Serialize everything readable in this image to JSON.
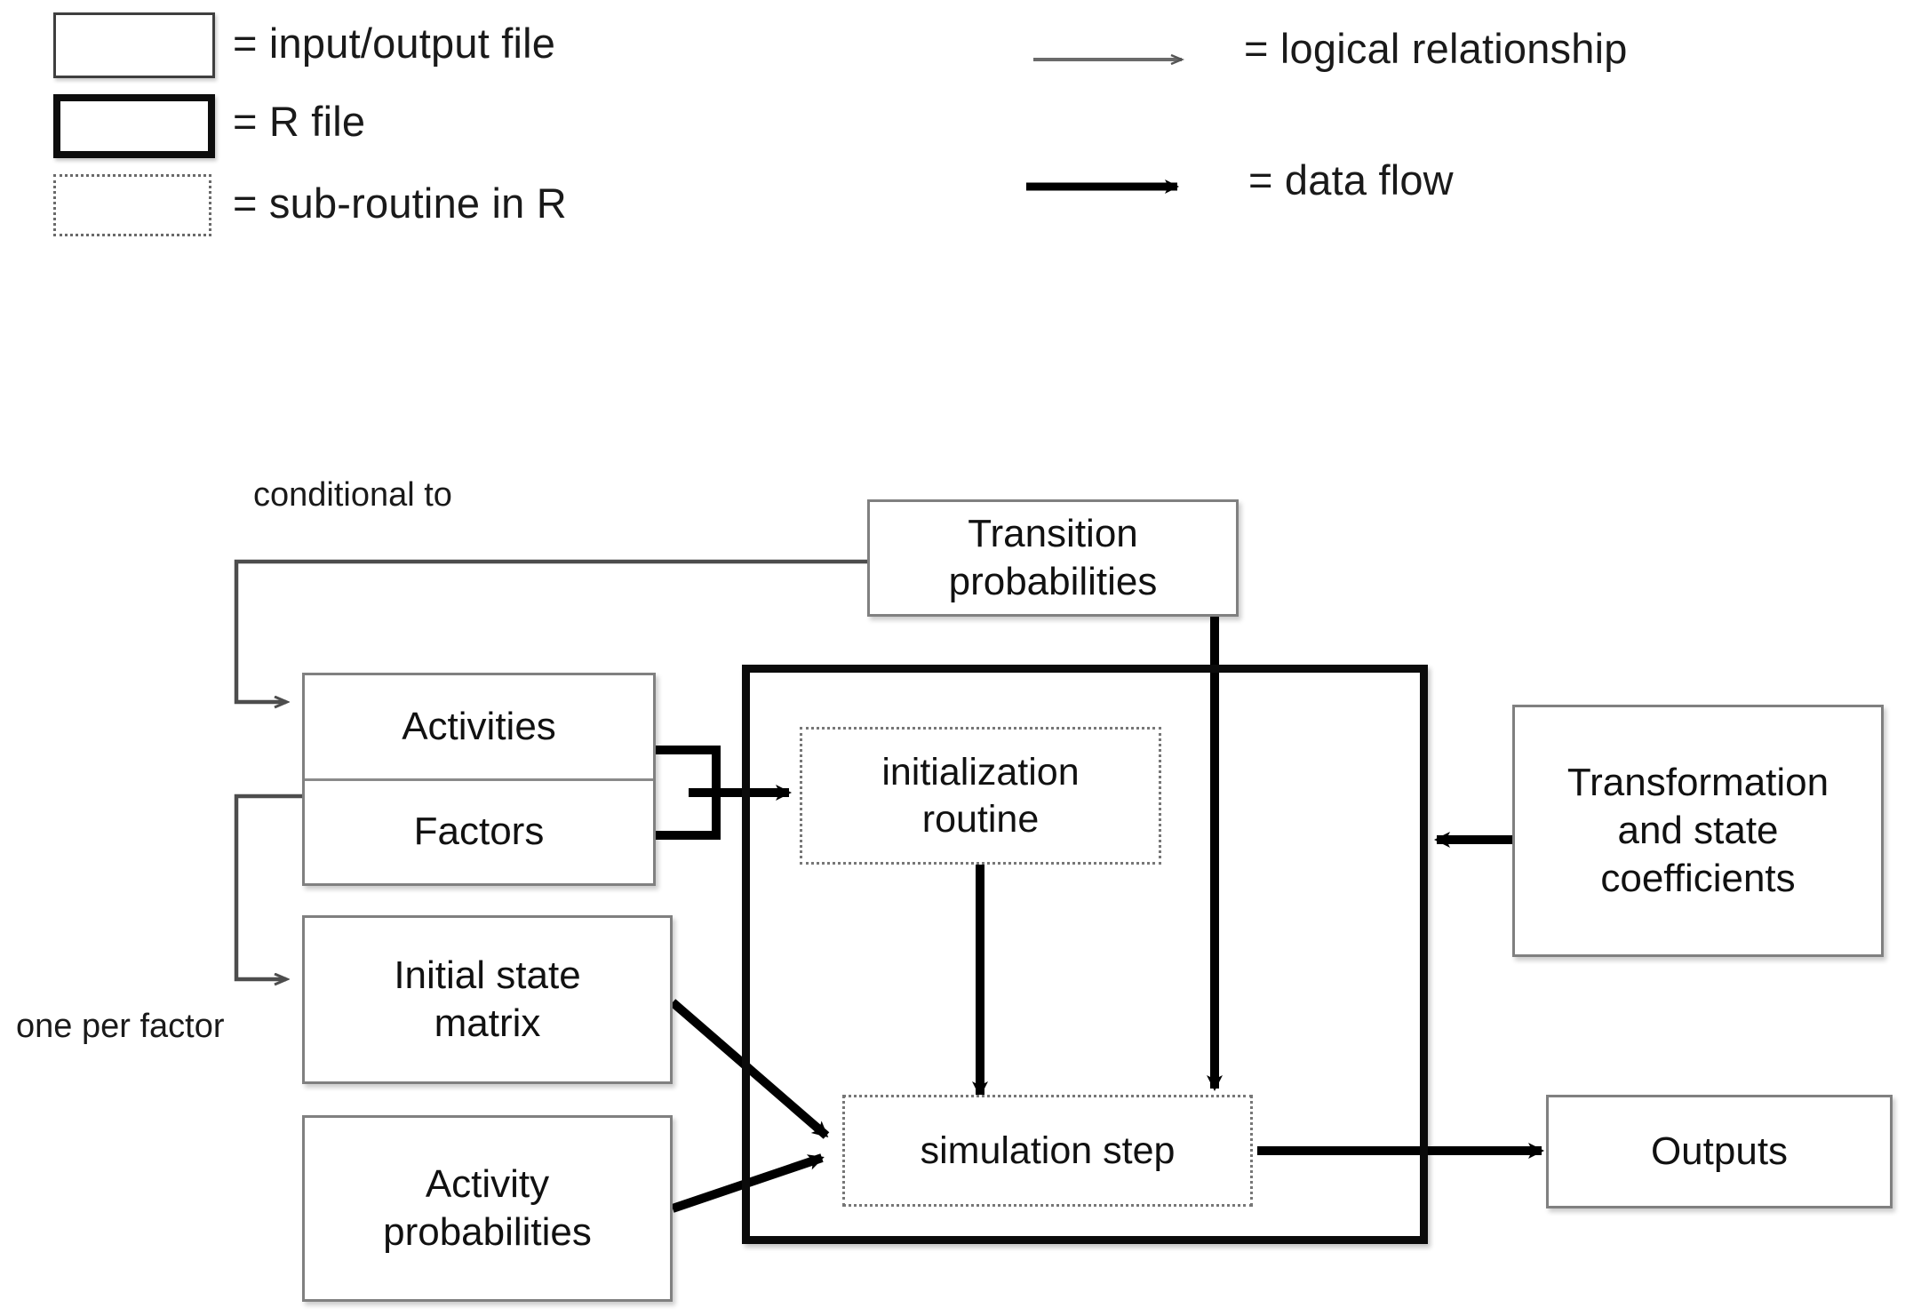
{
  "legend": {
    "items": [
      {
        "key": "input-output-file",
        "shape": "thin-rect",
        "label": "= input/output  file"
      },
      {
        "key": "r-file",
        "shape": "thick-rect",
        "label": "= R file"
      },
      {
        "key": "sub-routine-in-r",
        "shape": "dotted-rect",
        "label": "= sub-routine  in R"
      }
    ],
    "arrows": [
      {
        "key": "logical-relationship",
        "style": "thin-arrow",
        "label": "= logical  relationship"
      },
      {
        "key": "data-flow",
        "style": "thick-arrow",
        "label": "= data flow"
      }
    ]
  },
  "diagram": {
    "annotations": [
      {
        "key": "conditional-to",
        "text": "conditional to"
      },
      {
        "key": "one-per-factor",
        "text": "one per factor"
      }
    ],
    "nodes": {
      "transition_probabilities": {
        "text": "Transition\nprobabilities",
        "type": "input-output-file"
      },
      "activities": {
        "text": "Activities",
        "type": "input-output-file"
      },
      "factors": {
        "text": "Factors",
        "type": "input-output-file"
      },
      "initial_state_matrix": {
        "text": "Initial state\nmatrix",
        "type": "input-output-file"
      },
      "activity_probabilities": {
        "text": "Activity\nprobabilities",
        "type": "input-output-file"
      },
      "transformation_and_state_coefficients": {
        "text": "Transformation\nand state\ncoefficients",
        "type": "input-output-file"
      },
      "outputs": {
        "text": "Outputs",
        "type": "input-output-file"
      },
      "initialization_routine": {
        "text": "initialization\nroutine",
        "type": "sub-routine-in-r"
      },
      "simulation_step": {
        "text": "simulation step",
        "type": "sub-routine-in-r"
      }
    },
    "edges": [
      {
        "from": "transition_probabilities",
        "to": "activities",
        "style": "logical-relationship",
        "label": "conditional to"
      },
      {
        "from": "factors",
        "to": "initial_state_matrix",
        "style": "logical-relationship",
        "label": "one per factor"
      },
      {
        "from": "activities",
        "to": "initialization_routine",
        "style": "data-flow"
      },
      {
        "from": "factors",
        "to": "initialization_routine",
        "style": "data-flow"
      },
      {
        "from": "transition_probabilities",
        "to": "simulation_step",
        "style": "data-flow"
      },
      {
        "from": "initialization_routine",
        "to": "simulation_step",
        "style": "data-flow"
      },
      {
        "from": "initial_state_matrix",
        "to": "simulation_step",
        "style": "data-flow"
      },
      {
        "from": "activity_probabilities",
        "to": "simulation_step",
        "style": "data-flow"
      },
      {
        "from": "transformation_and_state_coefficients",
        "to": "r_container",
        "style": "data-flow"
      },
      {
        "from": "simulation_step",
        "to": "outputs",
        "style": "data-flow"
      }
    ]
  },
  "colors": {
    "background": "#ffffff",
    "text": "#111111",
    "thin_border": "#808080",
    "thick_border": "#0b0b0b",
    "dotted_border": "#777777",
    "logical_arrow": "#555555",
    "data_arrow": "#000000"
  }
}
